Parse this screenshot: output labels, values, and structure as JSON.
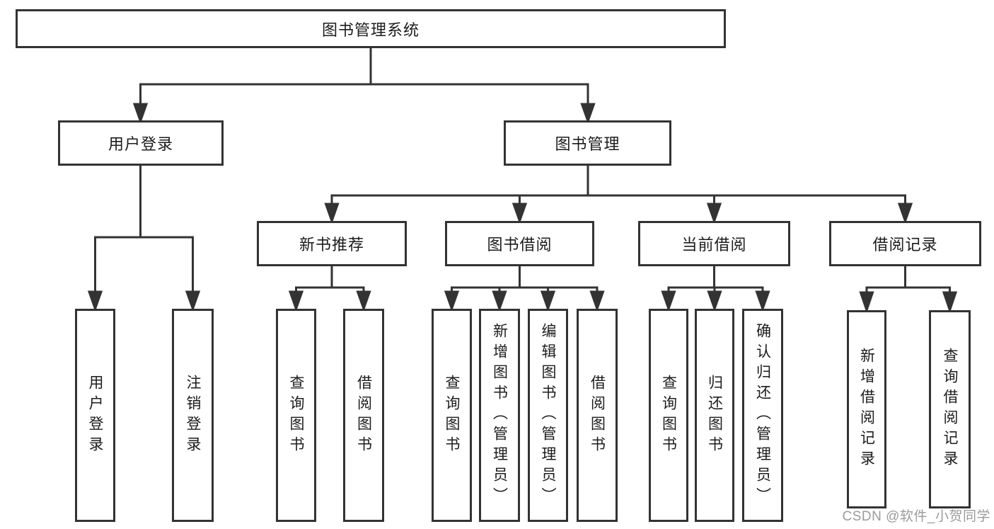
{
  "tree": {
    "label": "图书管理系统",
    "children": [
      {
        "label": "用户登录",
        "children": [
          {
            "label": "用户登录"
          },
          {
            "label": "注销登录"
          }
        ]
      },
      {
        "label": "图书管理",
        "children": [
          {
            "label": "新书推荐",
            "children": [
              {
                "label": "查询图书"
              },
              {
                "label": "借阅图书"
              }
            ]
          },
          {
            "label": "图书借阅",
            "children": [
              {
                "label": "查询图书"
              },
              {
                "label": "新增图书（管理员）"
              },
              {
                "label": "编辑图书（管理员）"
              },
              {
                "label": "借阅图书"
              }
            ]
          },
          {
            "label": "当前借阅",
            "children": [
              {
                "label": "查询图书"
              },
              {
                "label": "归还图书"
              },
              {
                "label": "确认归还（管理员）"
              }
            ]
          },
          {
            "label": "借阅记录",
            "children": [
              {
                "label": "新增借阅记录"
              },
              {
                "label": "查询借阅记录"
              }
            ]
          }
        ]
      }
    ]
  },
  "watermark": {
    "text": "CSDN @软件_小贺同学",
    "color": "#9b9b9b"
  },
  "colors": {
    "line": "#333333",
    "text": "#1c1c1c",
    "background": "#ffffff"
  }
}
